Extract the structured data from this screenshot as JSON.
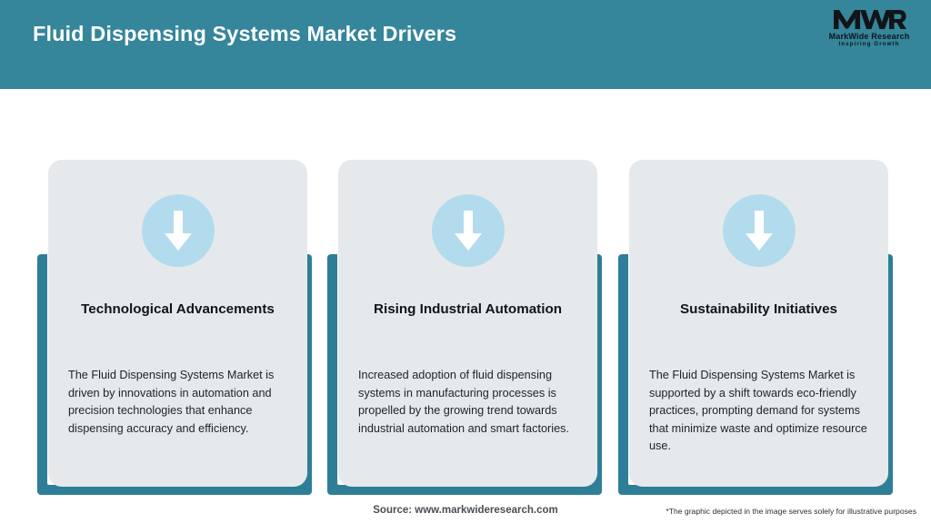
{
  "header": {
    "title": "Fluid Dispensing Systems Market Drivers",
    "background_color": "#35859b",
    "title_color": "#ffffff"
  },
  "logo": {
    "mark": "MWR",
    "company": "MarkWide Research",
    "tagline": "Inspiring Growth",
    "icon": "mwr-logo-icon"
  },
  "cards": [
    {
      "icon": "down-arrow-icon",
      "title": "Technological Advancements",
      "body": "The Fluid Dispensing Systems Market is driven by innovations in automation and precision technologies that enhance dispensing accuracy and efficiency."
    },
    {
      "icon": "down-arrow-icon",
      "title": "Rising Industrial Automation",
      "body": "Increased adoption of fluid dispensing systems in manufacturing processes is propelled by the growing trend towards industrial automation and smart factories."
    },
    {
      "icon": "down-arrow-icon",
      "title": "Sustainability Initiatives",
      "body": "The Fluid Dispensing Systems Market is supported by a shift towards eco-friendly practices, prompting demand for systems that minimize waste and optimize resource use."
    }
  ],
  "footer": {
    "source": "Source: www.markwideresearch.com",
    "disclaimer": "*The graphic depicted in the image serves solely for illustrative purposes"
  },
  "colors": {
    "teal_header": "#35859b",
    "teal_frame": "#2e7e97",
    "card_gray": "#e6e9eb",
    "icon_blue": "#b2dced",
    "arrow_white": "#ffffff"
  }
}
